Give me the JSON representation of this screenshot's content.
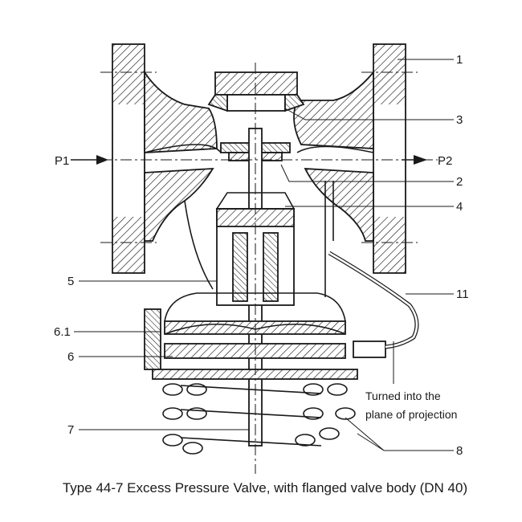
{
  "diagram": {
    "labels": {
      "p1": "P1",
      "p2": "P2",
      "l1": "1",
      "l2": "2",
      "l3": "3",
      "l4": "4",
      "l5": "5",
      "l6_1": "6.1",
      "l6": "6",
      "l7": "7",
      "l8": "8",
      "l11": "11"
    },
    "note_line1": "Turned into the",
    "note_line2": "plane of projection",
    "caption": "Type 44-7 Excess Pressure Valve, with flanged valve body (DN 40)"
  }
}
